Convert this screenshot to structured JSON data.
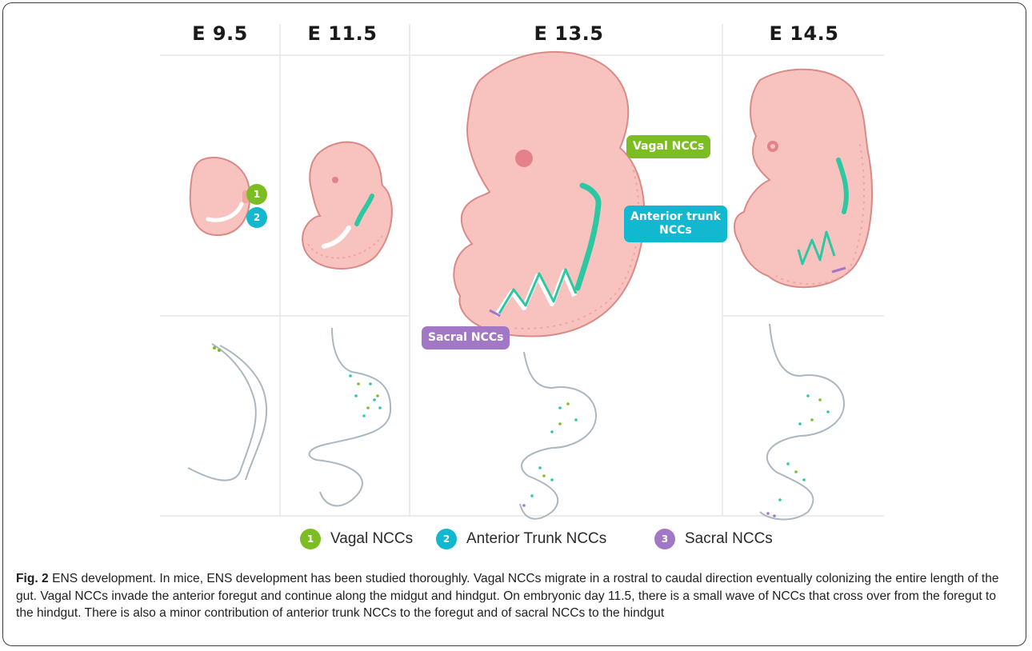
{
  "stages": [
    "E 9.5",
    "E 11.5",
    "E 13.5",
    "E 14.5"
  ],
  "callouts": {
    "vagal": "Vagal NCCs",
    "trunk_line1": "Anterior trunk",
    "trunk_line2": "NCCs",
    "sacral": "Sacral NCCs"
  },
  "badges": {
    "one": "1",
    "two": "2",
    "three": "3"
  },
  "legend": [
    {
      "num": "1",
      "label": "Vagal NCCs",
      "color": "#7cbd24"
    },
    {
      "num": "2",
      "label": "Anterior Trunk NCCs",
      "color": "#12b8cf"
    },
    {
      "num": "3",
      "label": "Sacral NCCs",
      "color": "#a277c6"
    }
  ],
  "caption": {
    "fig": "Fig. 2",
    "text": "ENS development. In mice, ENS development has been studied thoroughly. Vagal NCCs migrate in a rostral to caudal direction eventually colonizing the entire length of the gut. Vagal NCCs invade the anterior foregut and continue along the midgut and hindgut. On embryonic day 11.5, there is a small wave of NCCs that cross over from the foregut to the hindgut. There is also a minor contribution of anterior trunk NCCs to the foregut and of sacral NCCs to the hindgut"
  },
  "colors": {
    "embryo_fill": "#f8c3bf",
    "embryo_stroke": "#d98a86",
    "gut_stroke": "#a9b8c0",
    "vagal": "#7cbd24",
    "trunk": "#12b8cf",
    "sacral": "#a277c6",
    "teal_cells": "#2cc8a4"
  }
}
